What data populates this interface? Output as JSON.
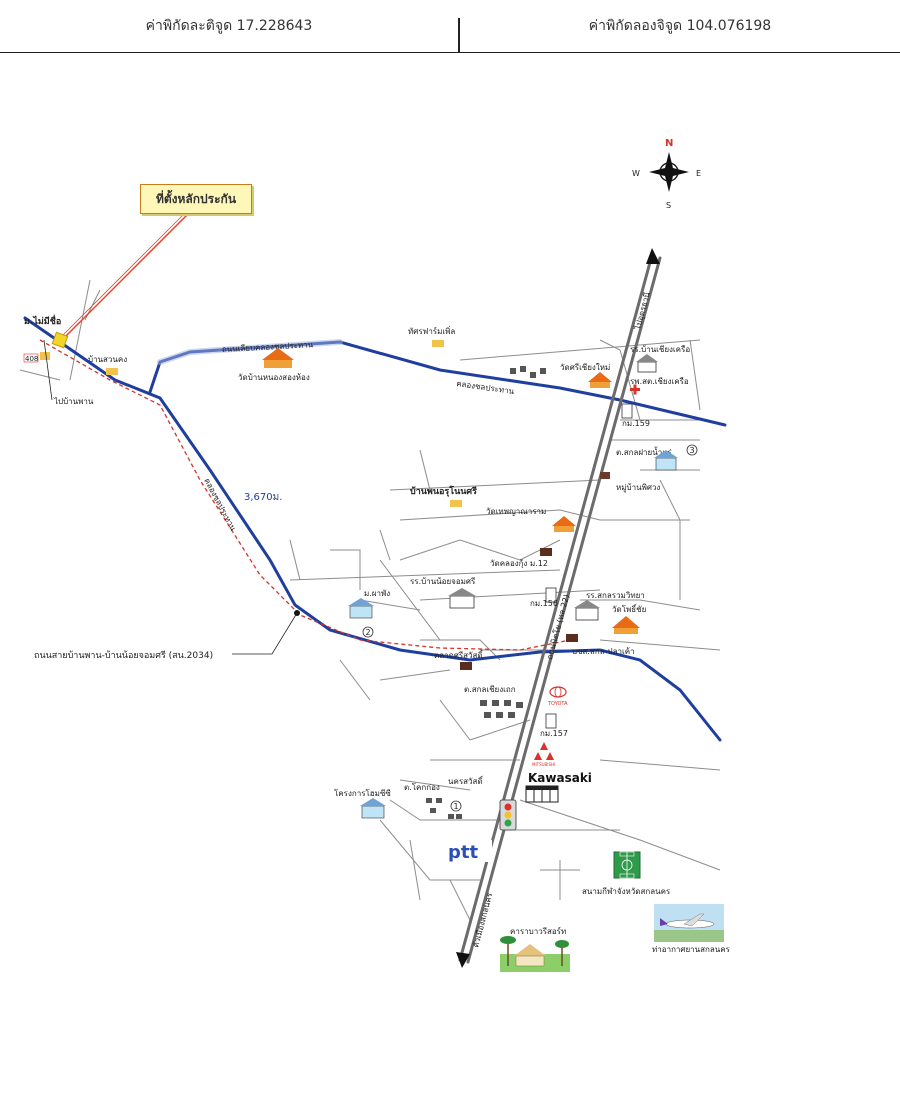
{
  "header": {
    "latitude_label": "ค่าพิกัดละติจูด 17.228643",
    "longitude_label": "ค่าพิกัดลองจิจูด 104.076198"
  },
  "callout": {
    "text": "ที่ตั้งหลักประกัน",
    "color": "#fff7b8",
    "border_color": "#c97b1e",
    "pointer_color": "#e8402a"
  },
  "compass": {
    "n": "N",
    "s": "S",
    "e": "E",
    "w": "W"
  },
  "roads": {
    "bypass": "ถนนเลียบคลองชลประทาน",
    "canal": "คลองชลประทาน",
    "canal_vertical": "คลองชลประทาน",
    "distance": "3,670ม.",
    "main_highway": "ถนนนิตโย (ทล.22)",
    "to_udon": "ไปอุดรธานี",
    "to_sakon": "ตัวเมืองสกลนคร",
    "secondary_road": "ถนนสายบ้านพาน-บ้านน้อยจอมศรี (สน.2034)",
    "route_number": "408"
  },
  "places": {
    "mai_mi_chue": "ม.ไม่มีชื่อ",
    "to_ban_phan": "ไปบ้านพาน",
    "ban_suan_khong": "บ้านสวนคง",
    "wat_ban_nong_song_hong": "วัดบ้านหนองสองห้อง",
    "tasarat_farm": "ทัศรฟาร์มเพิ่ล",
    "wat_sri_chiang_mai": "วัดศรีเชียงใหม่",
    "school_ban_chiang_khrua": "รร.บ้านเชียงเครือ",
    "hospital": "รพ.สต.เชียงเครือ",
    "km_159": "กม.159",
    "sakon_pon_sueng": "ต.สกลฝายน้ำแร่",
    "lotus_village": "หมู่บ้านพิศวง",
    "ban_non_sri": "บ้านพนอรุโนนศรี",
    "wat_thep": "วัดเทพญาณาราม",
    "wat_khlong_kung": "วัดคลองกุ้ง ม.12",
    "school_ban_noi": "รร.บ้านน้อยจอมศรี",
    "m_1": "ม.ผาพัง",
    "km_156": "กม.156",
    "school_sakon": "รร.สกลรวมวิทยา",
    "wat_pho": "วัดโพธิ์ชัย",
    "market": "ตลาดศรีสวัสดิ์",
    "kankasem": "บขส.สกล-ปลาเค้า",
    "sakon_chiang_kho": "ต.สกลเชียงเถก",
    "km_157": "กม.157",
    "toyota": "TOYOTA",
    "mitsubishi": "MITSUBISHI",
    "kawasaki": "Kawasaki",
    "project": "โครงการโฮมซีซี",
    "t_khok": "ต.โคกก่อง",
    "t_noi": "นครสวัสดิ์",
    "ptt": "PTT",
    "stadium": "สนามกีฬาจังหวัดสกลนคร",
    "airport": "ท่าอากาศยานสกลนคร",
    "resort": "คาราบาวรีสอร์ท",
    "circle_1": "1",
    "circle_2": "2",
    "circle_3": "3"
  },
  "colors": {
    "road_blue": "#1f3f9e",
    "route_red": "#d8322a",
    "roof_orange": "#e86b16",
    "ptt_blue": "#2a4fb5"
  }
}
